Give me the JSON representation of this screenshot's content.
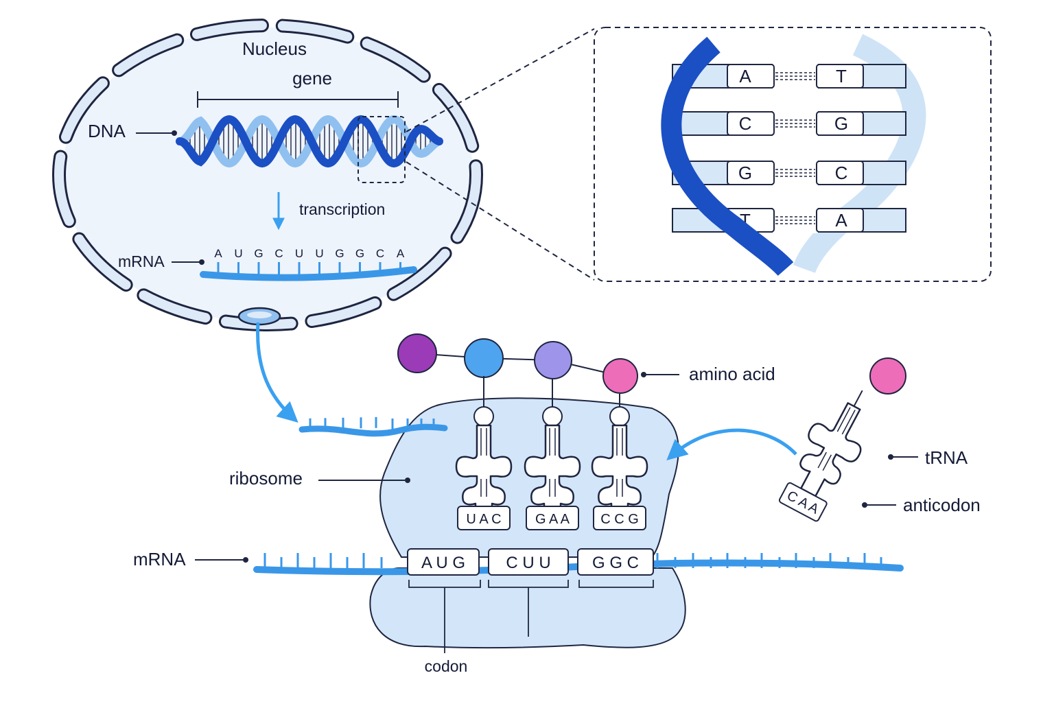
{
  "labels": {
    "nucleus": "Nucleus",
    "gene": "gene",
    "dna": "DNA",
    "transcription": "transcription",
    "mrna_top": "mRNA",
    "mrna_bottom": "mRNA",
    "ribosome": "ribosome",
    "amino_acid": "amino acid",
    "trna": "tRNA",
    "anticodon": "anticodon",
    "codon": "codon"
  },
  "mrna_sequence": [
    "A",
    "U",
    "G",
    "C",
    "U",
    "U",
    "G",
    "G",
    "C",
    "A"
  ],
  "base_pairs": [
    {
      "left": "A",
      "right": "T"
    },
    {
      "left": "C",
      "right": "G"
    },
    {
      "left": "G",
      "right": "C"
    },
    {
      "left": "T",
      "right": "A"
    }
  ],
  "codons": [
    "A U G",
    "C U U",
    "G G C"
  ],
  "anticodons": [
    "U A C",
    "G A A",
    "C C G"
  ],
  "incoming_trna_anticodon": "C A A",
  "colors": {
    "dna_dark": "#1b4fc4",
    "dna_light": "#8fc0f0",
    "mrna": "#3a97e8",
    "arrow": "#3aa0f0",
    "nucleus_fill": "#eef4fc",
    "ribosome_fill": "#d3e5f8",
    "outline": "#1e2540",
    "amino_acids": [
      "#9b3bb8",
      "#4ea4ee",
      "#9e94ea",
      "#ee6db8"
    ],
    "incoming_amino_acid": "#ee6db8"
  }
}
